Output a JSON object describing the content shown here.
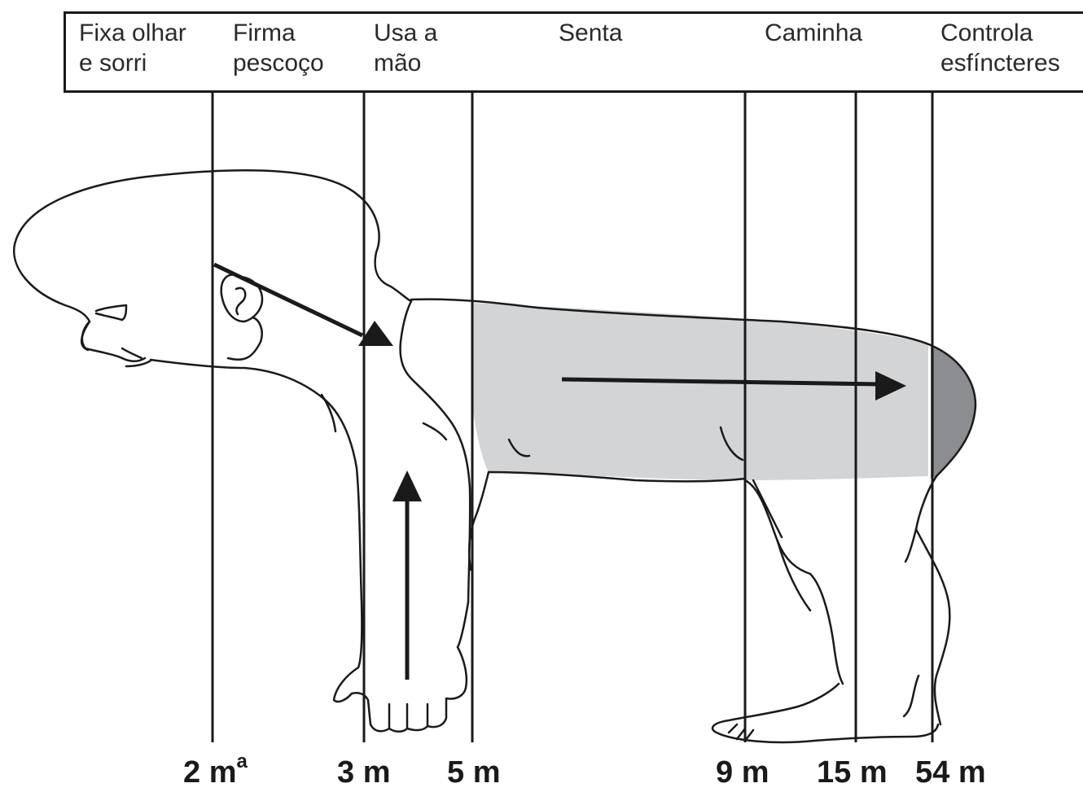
{
  "stages": [
    {
      "id": "fixa",
      "text": "Fixa olhar\ne sorri"
    },
    {
      "id": "firma",
      "text": "Firma\npescoço"
    },
    {
      "id": "usa",
      "text": "Usa a\nmão"
    },
    {
      "id": "senta",
      "text": "Senta"
    },
    {
      "id": "caminha",
      "text": "Caminha"
    },
    {
      "id": "controla",
      "text": "Controla\nesfíncteres"
    }
  ],
  "ages": [
    {
      "id": "a2",
      "value": "2 m",
      "sup": "a"
    },
    {
      "id": "a3",
      "value": "3 m",
      "sup": ""
    },
    {
      "id": "a5",
      "value": "5 m",
      "sup": ""
    },
    {
      "id": "a9",
      "value": "9 m",
      "sup": ""
    },
    {
      "id": "a15",
      "value": "15 m",
      "sup": ""
    },
    {
      "id": "a54",
      "value": "54 m",
      "sup": ""
    }
  ],
  "colors": {
    "line": "#1a1a1a",
    "trunk_shade": "#d3d4d6",
    "pelvis_shade": "#8c8d90",
    "text": "#2a2a2a"
  }
}
